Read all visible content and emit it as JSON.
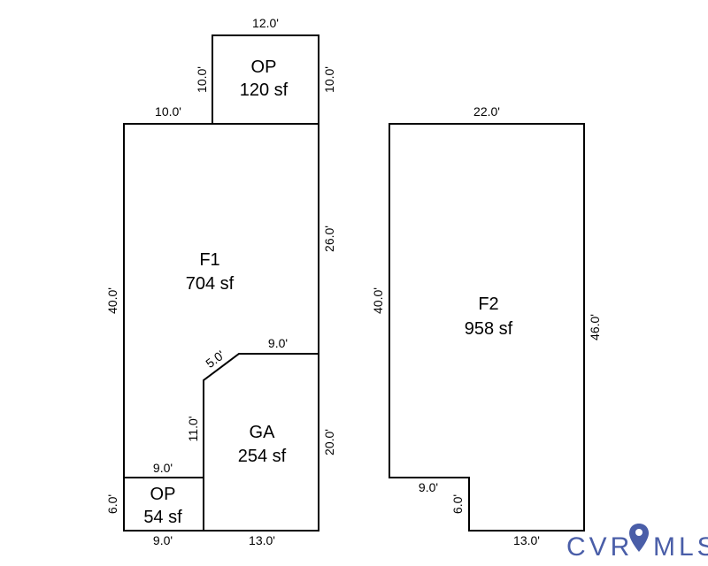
{
  "rooms": {
    "op_top": {
      "name": "OP",
      "area": "120 sf"
    },
    "f1": {
      "name": "F1",
      "area": "704 sf"
    },
    "ga": {
      "name": "GA",
      "area": "254 sf"
    },
    "op_bottom": {
      "name": "OP",
      "area": "54 sf"
    },
    "f2": {
      "name": "F2",
      "area": "958 sf"
    }
  },
  "dimensions": {
    "op_top_width": "12.0'",
    "op_top_left": "10.0'",
    "op_top_right": "10.0'",
    "f1_top_left": "10.0'",
    "f1_left": "40.0'",
    "f1_right": "26.0'",
    "ga_diag": "5.0'",
    "ga_top": "9.0'",
    "ga_left": "11.0'",
    "ga_right": "20.0'",
    "ga_bottom": "13.0'",
    "op_bottom_top": "9.0'",
    "op_bottom_left": "6.0'",
    "op_bottom_bottom": "9.0'",
    "f2_top": "22.0'",
    "f2_left": "40.0'",
    "f2_right": "46.0'",
    "f2_notch_top": "9.0'",
    "f2_notch_side": "6.0'",
    "f2_bottom": "13.0'"
  },
  "logo": {
    "text_before": "CVR",
    "text_after": "MLS",
    "color": "#4a5ea8"
  }
}
